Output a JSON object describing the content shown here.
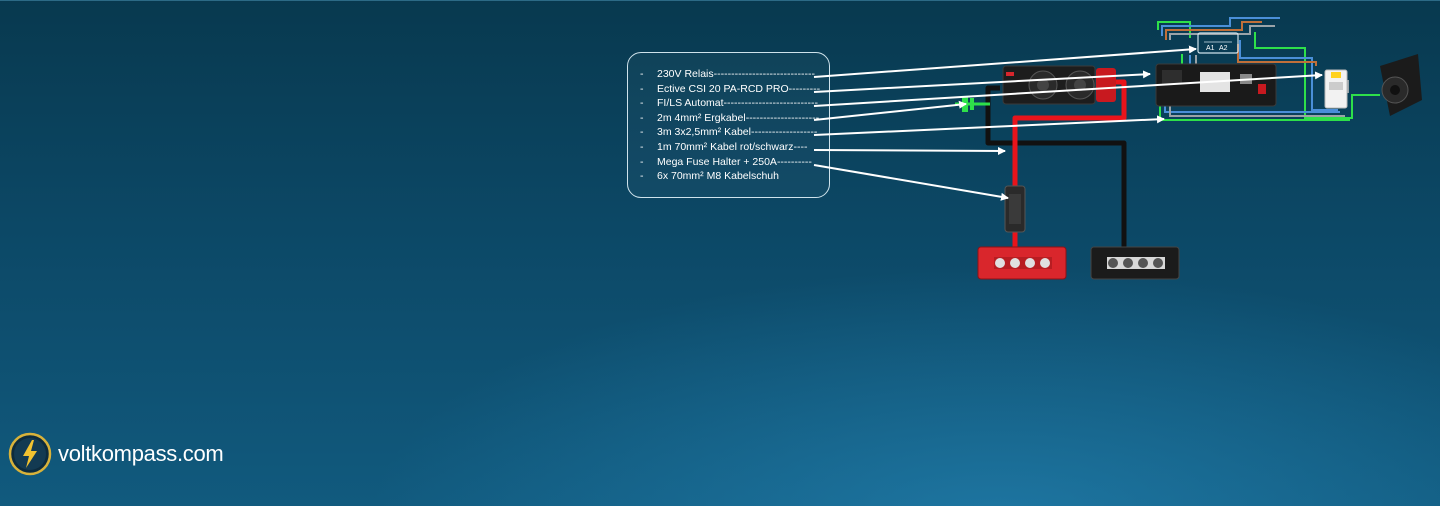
{
  "legend": {
    "items": [
      "230V Relais-----------------------------",
      "Ective CSI 20 PA-RCD PRO---------",
      "FI/LS Automat---------------------------",
      "2m 4mm² Ergkabel---------------------",
      "3m 3x2,5mm² Kabel-------------------",
      "1m 70mm² Kabel rot/schwarz----",
      "Mega Fuse Halter + 250A----------",
      "6x 70mm² M8 Kabelschuh"
    ],
    "bullet": "-"
  },
  "diagram": {
    "relay_labels": [
      "A1",
      "A2"
    ],
    "colors": {
      "positive_cable": "#e8141b",
      "negative_cable": "#111111",
      "earth_cable": "#2ee04a",
      "blue_wire": "#4a8fd8",
      "brown_wire": "#c0703a",
      "grey_wire": "#9aa3a8",
      "arrow": "#ffffff",
      "busbar_red": "#d9262c",
      "busbar_black": "#1b1b1b"
    }
  },
  "brand": {
    "name": "voltkompass.com",
    "logo_icon": "lightning-compass-icon"
  }
}
